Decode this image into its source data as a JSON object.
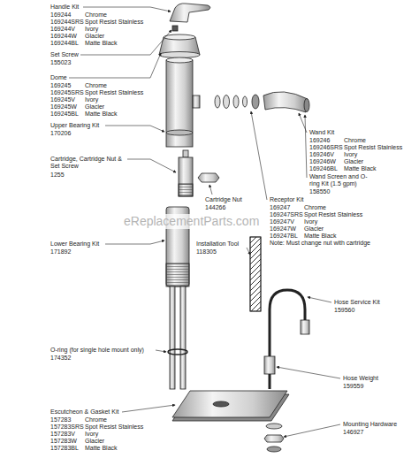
{
  "diagram": {
    "labels": [
      "Handle Kit",
      "169244",
      "Chrome",
      "169244SRS",
      "Spot Resist Stainless",
      "169244V",
      "Ivory",
      "169244W",
      "Glacier",
      "169244BL",
      "Matte Black",
      "Set Screw",
      "155023",
      "Dome",
      "169245",
      "Chrome",
      "169245SRS",
      "Spot Resist Stainless",
      "169245V",
      "Ivory",
      "169245W",
      "Glacier",
      "169245BL",
      "Matte Black",
      "Upper Bearing Kit",
      "170206",
      "Cartridge, Cartridge Nut & Set Screw",
      "1255",
      "Lower Bearing Kit",
      "171892",
      "O-ring (for single hole mount only)",
      "174352",
      "Escutcheon & Gasket Kit",
      "157283",
      "Chrome",
      "157283SRS",
      "Spot Resist Stainless",
      "157283V",
      "Ivory",
      "157283W",
      "Glacier",
      "157283BL",
      "Matte Black",
      "Wand Kit",
      "169246",
      "Chrome",
      "169246SRS",
      "Spot Resist Stainless",
      "169246V",
      "Ivory",
      "169246W",
      "Glacier",
      "169246BL",
      "Matte Black",
      "Wand Screen and O-ring Kit (1.5 gpm)",
      "158550",
      "Receptor Kit",
      "169247",
      "Chrome",
      "169247SRS",
      "Spot Resist Stainless",
      "169247V",
      "Ivory",
      "169247W",
      "Glacier",
      "169247BL",
      "Matte Black",
      "Note: Must change nut with cartridge",
      "Cartridge Nut",
      "144266",
      "eReplacementParts.com",
      "Installation Tool",
      "118305",
      "Hose Service Kit",
      "159560",
      "Hose Weight",
      "159559",
      "Mounting Hardware",
      "146927"
    ]
  }
}
